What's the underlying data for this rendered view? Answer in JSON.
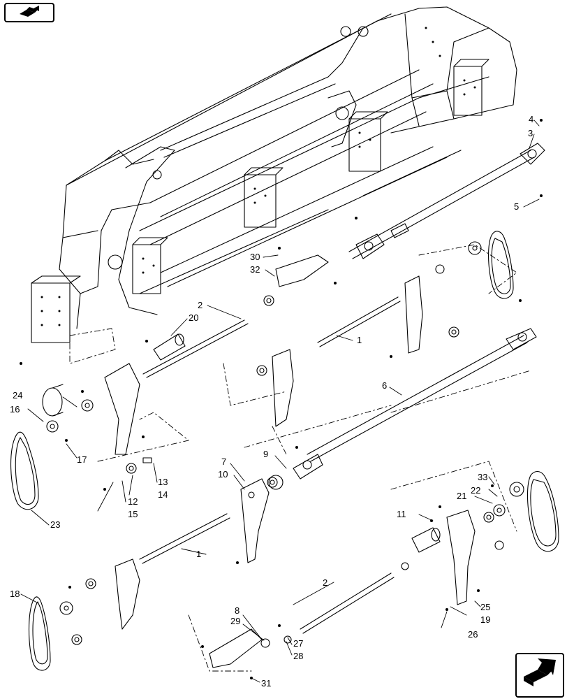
{
  "nav": {
    "top_button_icon": "book-arrow-icon",
    "bottom_button_icon": "return-arrow-icon"
  },
  "callouts": {
    "c1a": "1",
    "c1b": "1",
    "c2a": "2",
    "c2b": "2",
    "c3": "3",
    "c4": "4",
    "c5": "5",
    "c6": "6",
    "c7": "7",
    "c8": "8",
    "c9": "9",
    "c10": "10",
    "c11": "11",
    "c12": "12",
    "c13": "13",
    "c14": "14",
    "c15": "15",
    "c16": "16",
    "c17": "17",
    "c18": "18",
    "c19": "19",
    "c20": "20",
    "c21": "21",
    "c22": "22",
    "c23": "23",
    "c24": "24",
    "c25": "25",
    "c26": "26",
    "c27": "27",
    "c28": "28",
    "c29": "29",
    "c30": "30",
    "c31": "31",
    "c32": "32",
    "c33": "33"
  }
}
